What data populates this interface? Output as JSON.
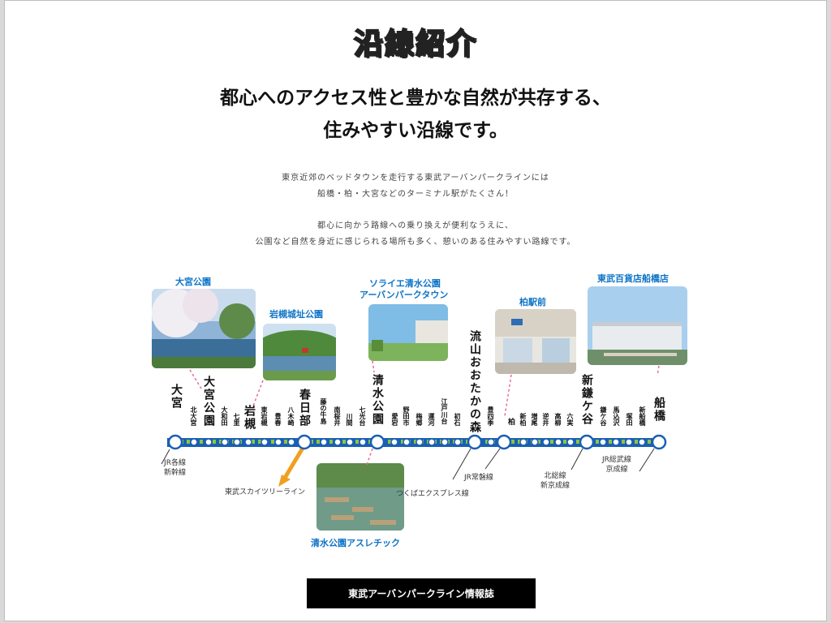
{
  "header": {
    "title": "沿線紹介"
  },
  "headline": {
    "line1": "都心へのアクセス性と豊かな自然が共存する、",
    "line2": "住みやすい沿線です。"
  },
  "intro": {
    "p1": "東京近郊のベッドタウンを走行する東武アーバンパークラインには",
    "p2": "船橋・柏・大宮などのターミナル駅がたくさん！",
    "p3": "都心に向かう路線への乗り換えが便利なうえに、",
    "p4": "公園など自然を身近に感じられる場所も多く、憩いのある住みやすい路線です。"
  },
  "spots": {
    "omiya_park": "大宮公園",
    "iwatsuki_castle": "岩槻城址公園",
    "shimizu_park_l1": "ソライエ清水公園",
    "shimizu_park_l2": "アーバンパークタウン",
    "kashiwa_station": "柏駅前",
    "tobu_department": "東武百貨店船橋店",
    "shimizu_athletic": "清水公園アスレチック"
  },
  "stations": {
    "omiya": "大宮",
    "kita_omiya": "北大宮",
    "omiya_koen": "大宮公園",
    "owada": "大和田",
    "nanasato": "七里",
    "iwatsuki": "岩槻",
    "higashi_iwatsuki": "東岩槻",
    "toyoharu": "豊春",
    "yagisaki": "八木崎",
    "kasukabe": "春日部",
    "fujinoushijima": "藤の牛島",
    "minami_sakurai": "南桜井",
    "kawama": "川間",
    "nanakodai": "七光台",
    "shimizu_koen": "清水公園",
    "atago": "愛宕",
    "nodashi": "野田市",
    "umesato": "梅郷",
    "unga": "運河",
    "edogawadai": "江戸川台",
    "hatsuishi": "初石",
    "nagareyama_otakanomori": "流山おおたかの森",
    "toyoshiki": "豊四季",
    "kashiwa": "柏",
    "shin_kashiwa": "新柏",
    "masuo": "増尾",
    "sakai": "逆井",
    "takayanagi": "高柳",
    "mutsumi": "六実",
    "shin_kamagaya": "新鎌ケ谷",
    "kamagaya": "鎌ケ谷",
    "magome_sawa": "馬込沢",
    "tsukada": "塚田",
    "shin_funabashi": "新船橋",
    "funabashi": "船橋"
  },
  "connections": {
    "omiya_l1": "JR各線",
    "omiya_l2": "新幹線",
    "skytree": "東武スカイツリーライン",
    "tsukuba": "つくばエクスプレス線",
    "joban": "JR常磐線",
    "hokuso_l1": "北総線",
    "hokuso_l2": "新京成線",
    "funabashi_l1": "JR総武線",
    "funabashi_l2": "京成線"
  },
  "colors": {
    "line_blue": "#1a5fb4",
    "line_green": "#8cc63f",
    "accent_lime": "#c6ea6a",
    "label_blue": "#0e74c7",
    "skytree_orange": "#f0a020",
    "pink_dash": "#e66aa0"
  },
  "footer": {
    "button_label": "東武アーバンパークライン情報誌"
  }
}
